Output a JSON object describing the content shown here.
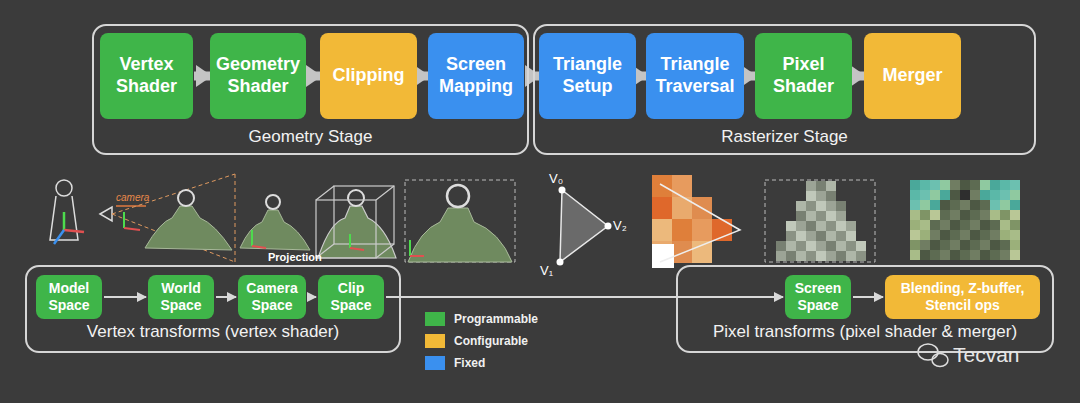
{
  "diagram": {
    "nodes": [
      {
        "text": [
          "Geometry Stage"
        ]
      },
      {
        "text": [
          "Vertex Shader"
        ],
        "in": 0
      },
      {
        "text": [
          "Geometry Shader"
        ],
        "in": 0
      },
      {
        "text": [
          "Clipping"
        ],
        "in": 0
      },
      {
        "text": [
          "Screen Mapping"
        ],
        "in": 0
      },
      {
        "text": [
          "Rasterizer Stage"
        ]
      },
      {
        "text": [
          "Triangle Setup"
        ],
        "in": 5
      },
      {
        "text": [
          "Triangle Traversal"
        ],
        "in": 5
      },
      {
        "text": [
          "Pixel Shader"
        ],
        "in": 5
      },
      {
        "text": [
          "Merger"
        ],
        "in": 5
      },
      {
        "text": [
          "Vertex transforms (vertex shader)"
        ]
      },
      {
        "text": [
          "Model Space"
        ],
        "in": 10
      },
      {
        "text": [
          "World Space"
        ],
        "in": 10
      },
      {
        "text": [
          "Camera Space"
        ],
        "in": 10
      },
      {
        "text": [
          "Clip Space"
        ],
        "in": 10
      },
      {
        "text": [
          "Pixel transforms (pixel shader & merger)"
        ]
      },
      {
        "text": [
          "Screen Space"
        ],
        "in": 15
      },
      {
        "text": [
          "Blending, Z-buffer, Stencil ops"
        ],
        "in": 15
      }
    ],
    "edges": [
      {
        "from": 1,
        "to": 2,
        "arrow": "to"
      },
      {
        "from": 2,
        "to": 3,
        "arrow": "to"
      },
      {
        "from": 3,
        "to": 4,
        "arrow": "to"
      },
      {
        "from": 4,
        "to": 6,
        "arrow": "to"
      },
      {
        "from": 6,
        "to": 7,
        "arrow": "to"
      },
      {
        "from": 7,
        "to": 8,
        "arrow": "to"
      },
      {
        "from": 8,
        "to": 9,
        "arrow": "to"
      },
      {
        "from": 11,
        "to": 12,
        "arrow": "to"
      },
      {
        "from": 12,
        "to": 13,
        "arrow": "to"
      },
      {
        "from": 13,
        "to": 14,
        "arrow": "to"
      },
      {
        "from": 14,
        "to": 16,
        "arrow": "to"
      },
      {
        "from": 16,
        "to": 17,
        "arrow": "to"
      }
    ],
    "labels": [
      "camera",
      "Projection",
      "V₀",
      "V₂",
      "V₁",
      "Tecvan"
    ],
    "legend": [
      {
        "text": "Programmable",
        "color": "#3fb549"
      },
      {
        "text": "Configurable",
        "color": "#f2b937"
      },
      {
        "text": "Fixed",
        "color": "#3a90ef"
      }
    ]
  }
}
